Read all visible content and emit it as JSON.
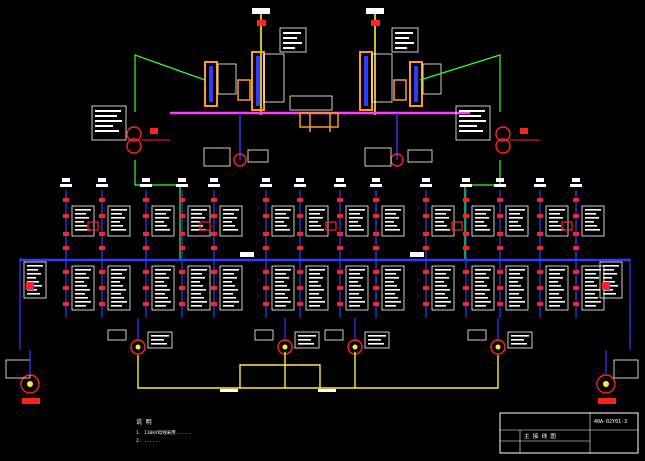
{
  "colors": {
    "background": "#000000",
    "bus_main": "#2f3cff",
    "bus_hv": "#ff3cff",
    "green_line": "#33ff33",
    "yellow_line": "#ffee33",
    "red": "#ff2222",
    "white": "#ffffff",
    "cyan": "#33ffff",
    "orange": "#ff9a22"
  },
  "notes": {
    "heading": "说 明",
    "line1": "1. 110kV母线采用......",
    "line2": "2. ......"
  },
  "title_block": {
    "drawing_title": "主 接 线 图",
    "drawing_number": "40A-02Y01-3"
  },
  "icons": {
    "transformer": "transformer-symbol-icon",
    "breaker": "circuit-breaker-icon",
    "generator": "generator-symbol-icon",
    "arrester": "lightning-arrester-icon"
  }
}
